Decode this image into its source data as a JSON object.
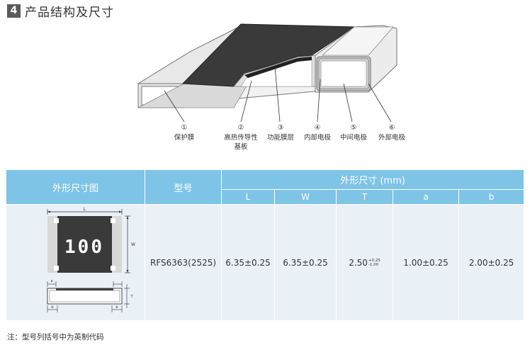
{
  "section": {
    "number": "4",
    "title": "产品结构及尺寸"
  },
  "structure": {
    "labels": [
      {
        "num": "①",
        "text": "保护膜"
      },
      {
        "num": "②",
        "text": "高热传导性",
        "text2": "基板"
      },
      {
        "num": "③",
        "text": "功能膜层"
      },
      {
        "num": "④",
        "text": "内部电极"
      },
      {
        "num": "⑤",
        "text": "中间电极"
      },
      {
        "num": "⑥",
        "text": "外部电极"
      }
    ]
  },
  "table": {
    "col_figure": "外形尺寸图",
    "col_model": "型号",
    "col_dims": "外形尺寸 (mm)",
    "sub": [
      "L",
      "W",
      "T",
      "a",
      "b"
    ],
    "row": {
      "model": "RFS6363(2525)",
      "L": "6.35±0.25",
      "W": "6.35±0.25",
      "T_base": "2.50",
      "T_plus": "+0.25",
      "T_minus": "-1.00",
      "a": "1.00±0.25",
      "b": "2.00±0.25"
    }
  },
  "figure": {
    "marking": "100",
    "dim_L": "L",
    "dim_W": "W",
    "dim_a": "a",
    "dim_b": "b",
    "dim_T": "T"
  },
  "note": "注：型号列括号中为英制代码",
  "colors": {
    "header": "#7ec4e6",
    "body": "#e9f1f7",
    "resistive": "#3a3a3a"
  }
}
